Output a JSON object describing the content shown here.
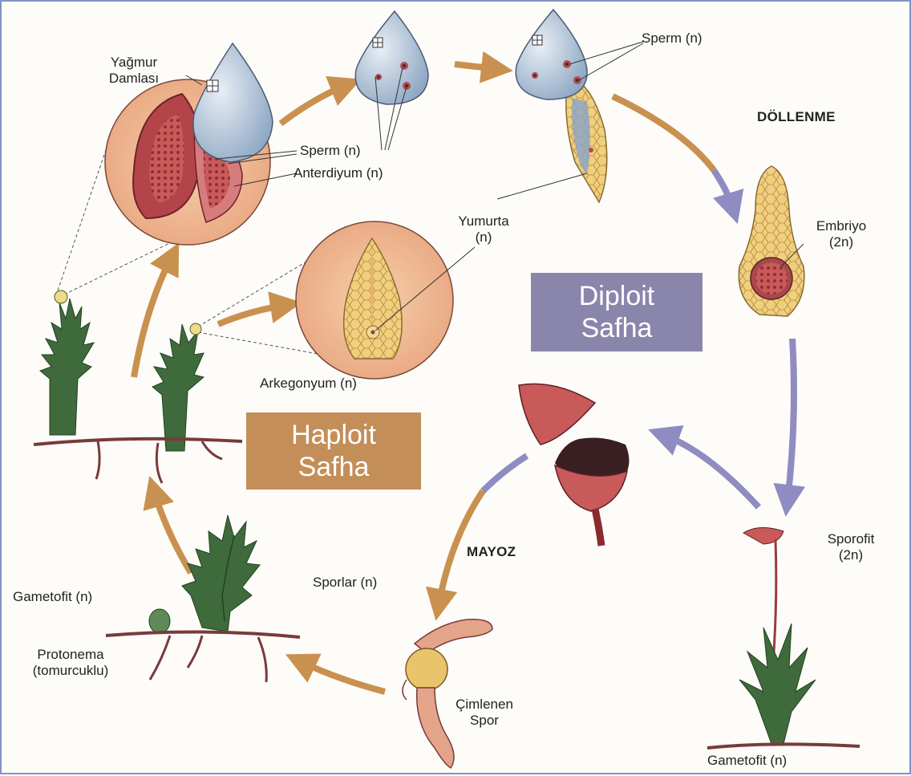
{
  "labels": {
    "rain_drop": "Yağmur\nDamlası",
    "sperm_left": "Sperm (n)",
    "antheridium": "Anterdiyum (n)",
    "sperm_top": "Sperm (n)",
    "fertilization": "DÖLLENME",
    "egg": "Yumurta\n(n)",
    "embryo": "Embriyo\n(2n)",
    "archegonium": "Arkegonyum (n)",
    "meiosis": "MAYOZ",
    "sporophyte": "Sporofit\n(2n)",
    "spores": "Sporlar (n)",
    "gametophyte_left": "Gametofit (n)",
    "protonema": "Protonema\n(tomurcuklu)",
    "germinating_spore": "Çimlenen\nSpor",
    "gametophyte_bottom": "Gametofit (n)"
  },
  "phases": {
    "diploid": [
      "Diploit",
      "Safha"
    ],
    "haploid": [
      "Haploit",
      "Safha"
    ]
  },
  "colors": {
    "haploid_arrow": "#c9914f",
    "diploid_arrow": "#8e8cc0",
    "leaf_green": "#3f6b3c",
    "tissue_yellow": "#f0cf7e",
    "drop_blue": "#9fb5cc",
    "tissue_red": "#b94a4d"
  }
}
